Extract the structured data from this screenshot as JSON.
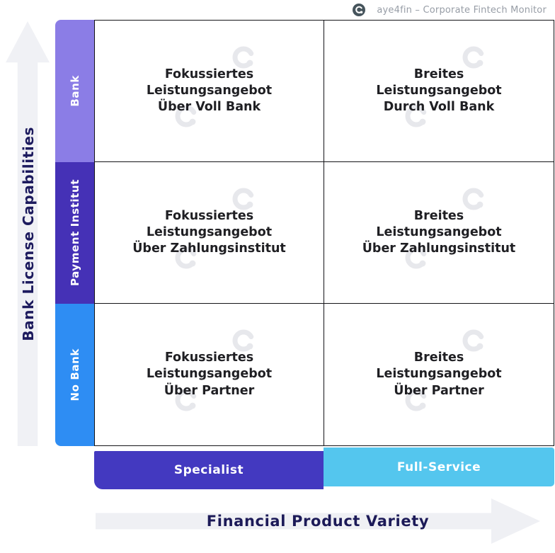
{
  "header": {
    "attribution": "aye4fin – Corporate Fintech Monitor",
    "logo_icon": "aye4fin-logo"
  },
  "y_axis": {
    "label": "Bank License Capabilities",
    "rows": [
      {
        "label": "Bank",
        "color": "#8b7de6"
      },
      {
        "label": "Payment Institut",
        "color": "#4531b6"
      },
      {
        "label": "No Bank",
        "color": "#2e8df3"
      }
    ]
  },
  "x_axis": {
    "label": "Financial Product Variety",
    "columns": [
      {
        "label": "Specialist",
        "color": "#4339c0"
      },
      {
        "label": "Full-Service",
        "color": "#54c6ee"
      }
    ]
  },
  "matrix": {
    "watermark_icon": "aye4fin-logo-watermark",
    "cells": [
      {
        "row": "Bank",
        "column": "Specialist",
        "text": "Fokussiertes\nLeistungsangebot\nÜber Voll Bank"
      },
      {
        "row": "Bank",
        "column": "Full-Service",
        "text": "Breites\nLeistungsangebot\nDurch Voll Bank"
      },
      {
        "row": "Payment Institut",
        "column": "Specialist",
        "text": "Fokussiertes\nLeistungsangebot\nÜber Zahlungsinstitut"
      },
      {
        "row": "Payment Institut",
        "column": "Full-Service",
        "text": "Breites\nLeistungsangebot\nÜber Zahlungsinstitut"
      },
      {
        "row": "No Bank",
        "column": "Specialist",
        "text": "Fokussiertes\nLeistungsangebot\nÜber Partner"
      },
      {
        "row": "No Bank",
        "column": "Full-Service",
        "text": "Breites\nLeistungsangebot\nÜber Partner"
      }
    ]
  },
  "colors": {
    "axis_text": "#1d1b5e",
    "cell_text": "#1f1f23",
    "arrow": "#f0f1f5",
    "grid_line": "#141418"
  }
}
